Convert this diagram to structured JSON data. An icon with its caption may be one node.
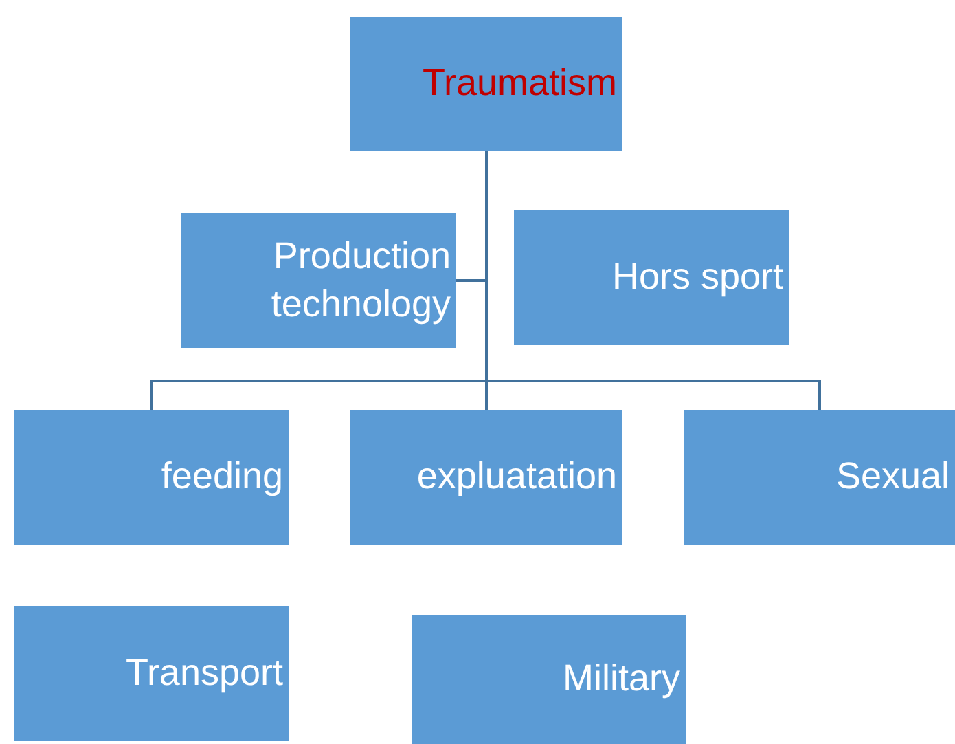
{
  "diagram": {
    "nodes": [
      {
        "text": [
          "Traumatism"
        ]
      },
      {
        "text": [
          "Production technology"
        ]
      },
      {
        "text": [
          "Hors sport"
        ]
      },
      {
        "text": [
          "feeding"
        ]
      },
      {
        "text": [
          "expluatation"
        ]
      },
      {
        "text": [
          "Sexual"
        ]
      },
      {
        "text": [
          "Transport"
        ]
      },
      {
        "text": [
          "Military"
        ]
      }
    ],
    "edges": [
      {
        "from": 0,
        "to": 1,
        "arrow": "none"
      },
      {
        "from": 0,
        "to": 3,
        "arrow": "none"
      },
      {
        "from": 0,
        "to": 4,
        "arrow": "none"
      },
      {
        "from": 0,
        "to": 5,
        "arrow": "none"
      }
    ]
  }
}
